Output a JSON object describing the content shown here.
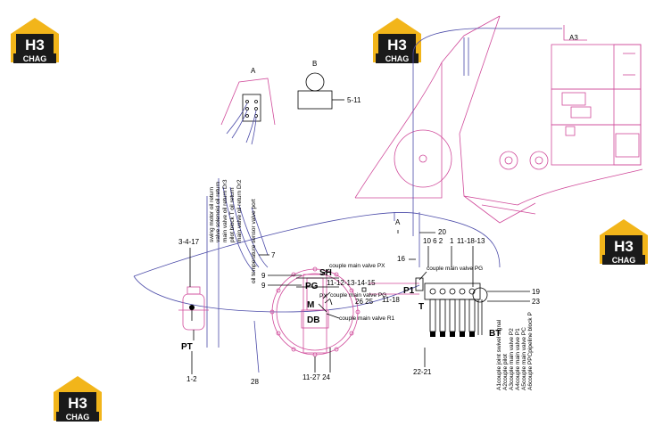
{
  "logo": {
    "letters": "H3",
    "subtext": "CHAG",
    "accent": "#f2b51a",
    "dark": "#1a1a1a"
  },
  "views": {
    "a": "A",
    "b": "B",
    "a3": "A3",
    "bt": "BT"
  },
  "labels": {
    "n5_11": "5-11",
    "n3_4_17": "3-4-17",
    "n7": "7",
    "n16": "16",
    "n20": "20",
    "n10_6_2": "10 6 2",
    "n1": "1",
    "n11_18_13": "11-18-13",
    "n9a": "9",
    "n9b": "9",
    "n11_12_13_14_15": "11-12-13-14-15",
    "n26_25": "26 25",
    "n11_18": "11-18",
    "n19": "19",
    "n23": "23",
    "pg": "PG",
    "sh": "SH",
    "px": "PX",
    "m": "M",
    "db": "DB",
    "pt": "PT",
    "p1": "P1",
    "t": "T",
    "n1_2": "1-2",
    "n28": "28",
    "n11_27_24": "11-27 24",
    "n22_21": "22-21"
  },
  "vertical_notes": [
    "swing motor oil return",
    "valve solenoid oil return",
    "main valve oil return Dr3",
    "pilot block T oil return",
    "main valve oil return Dr2",
    "oil temperature sensor valve port"
  ],
  "callouts": {
    "couple_px": "couple main valve PX",
    "couple_pg_top": "couple main valve PG",
    "couple_pg": "couple main valve PG",
    "couple_r1": "couple main valve R1"
  },
  "legend": [
    "A1couple joint swivel signal",
    "A2couple pilot",
    "A3couple main valve P2",
    "A4couple main valve P1",
    "A5couple main valve PC",
    "A6couple PPCpipeline block P"
  ]
}
